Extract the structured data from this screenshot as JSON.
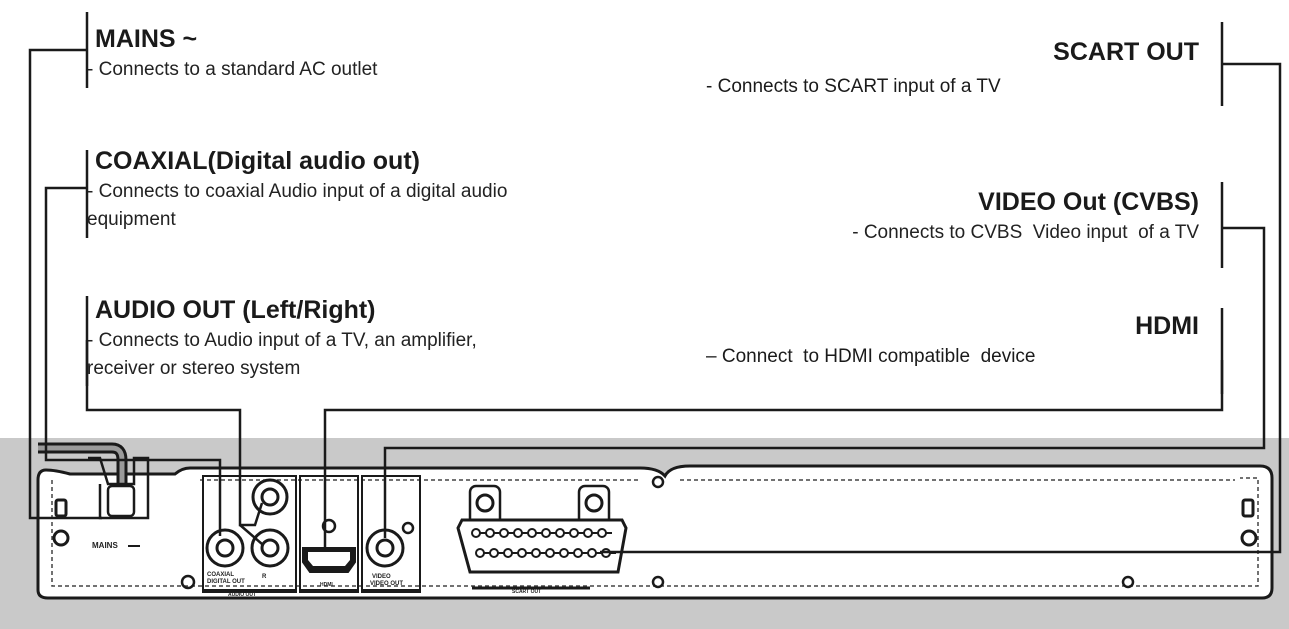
{
  "callouts": {
    "mains": {
      "title": "MAINS ~",
      "desc": "- Connects to a standard AC outlet"
    },
    "coaxial": {
      "title": "COAXIAL(Digital audio out)",
      "desc_line1": "- Connects to coaxial Audio input of a digital audio",
      "desc_line2": "equipment"
    },
    "audio_out": {
      "title": "AUDIO OUT (Left/Right)",
      "desc_line1": "- Connects to Audio input of a TV, an amplifier,",
      "desc_line2": "receiver or stereo system"
    },
    "scart_out": {
      "title": "SCART OUT",
      "desc": "- Connects to SCART input of a TV"
    },
    "video_out": {
      "title": "VIDEO Out (CVBS)",
      "desc": "- Connects to CVBS  Video input  of a TV"
    },
    "hdmi": {
      "title": "HDMI",
      "desc": "– Connect  to HDMI compatible  device"
    }
  },
  "panel_labels": {
    "mains": "MAINS",
    "coaxial_line1": "COAXIAL",
    "coaxial_line2": "DIGITAL OUT",
    "audio_r": "R",
    "audio_out": "AUDIO OUT",
    "hdmi": "HDMI",
    "video_line1": "VIDEO",
    "video_line2": "VIDEO OUT",
    "scart_out": "SCART OUT"
  },
  "colors": {
    "panel_bg": "#c9c9c9",
    "line": "#1a1a1a"
  }
}
